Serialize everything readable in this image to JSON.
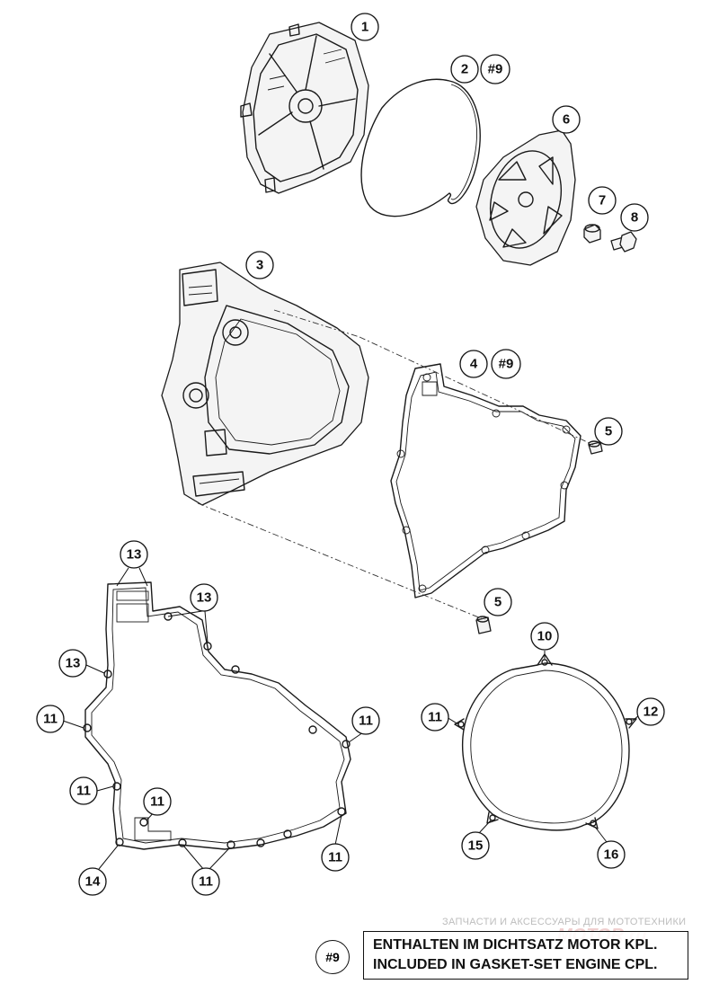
{
  "callouts": {
    "c1": "1",
    "c2": "2",
    "c2ref": "#9",
    "c3": "3",
    "c4": "4",
    "c4ref": "#9",
    "c5a": "5",
    "c5b": "5",
    "c6": "6",
    "c7": "7",
    "c8": "8",
    "c10": "10",
    "c11a": "11",
    "c11b": "11",
    "c11c": "11",
    "c11d": "11",
    "c11e": "11",
    "c11f": "11",
    "c11g": "11",
    "c12": "12",
    "c13a": "13",
    "c13b": "13",
    "c13c": "13",
    "c14": "14",
    "c15": "15",
    "c16": "16"
  },
  "legend": {
    "key": "#9",
    "line1": "ENTHALTEN IM DICHTSATZ MOTOR KPL.",
    "line2": "INCLUDED IN GASKET-SET ENGINE CPL."
  },
  "watermark": {
    "text": "ЗАПЧАСТИ И АКСЕССУАРЫ ДЛЯ МОТОТЕХНИКИ",
    "brand": "MOTOR.ru"
  }
}
